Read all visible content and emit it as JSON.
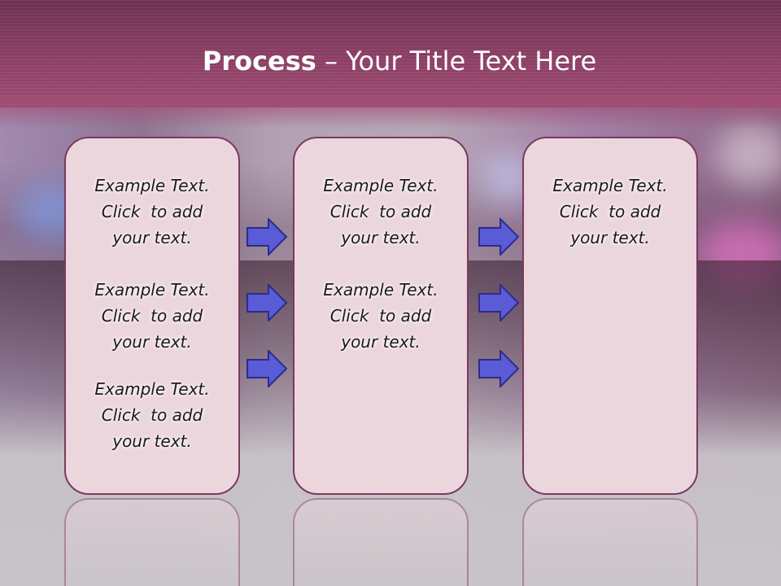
{
  "slide": {
    "title_bold": "Process",
    "title_rest": " – Your Title Text Here"
  },
  "panels": [
    {
      "items": [
        {
          "line1": "Example Text.",
          "line2": "Click  to add",
          "line3": "your text."
        },
        {
          "line1": "Example Text.",
          "line2": "Click  to add",
          "line3": "your text."
        },
        {
          "line1": "Example Text.",
          "line2": "Click  to add",
          "line3": "your text."
        }
      ]
    },
    {
      "items": [
        {
          "line1": "Example Text.",
          "line2": "Click  to add",
          "line3": "your text."
        },
        {
          "line1": "Example Text.",
          "line2": "Click  to add",
          "line3": "your text."
        }
      ]
    },
    {
      "items": [
        {
          "line1": "Example Text.",
          "line2": "Click  to add",
          "line3": "your text."
        }
      ]
    }
  ],
  "arrows": {
    "icon": "right-arrow-icon",
    "fill": "#5a5bd6",
    "stroke": "#2b2c8a"
  },
  "colors": {
    "header": "#8a3d63",
    "panel_fill": "#ecd6de",
    "panel_border": "#7a3a5e",
    "title_text": "#ffffff"
  }
}
